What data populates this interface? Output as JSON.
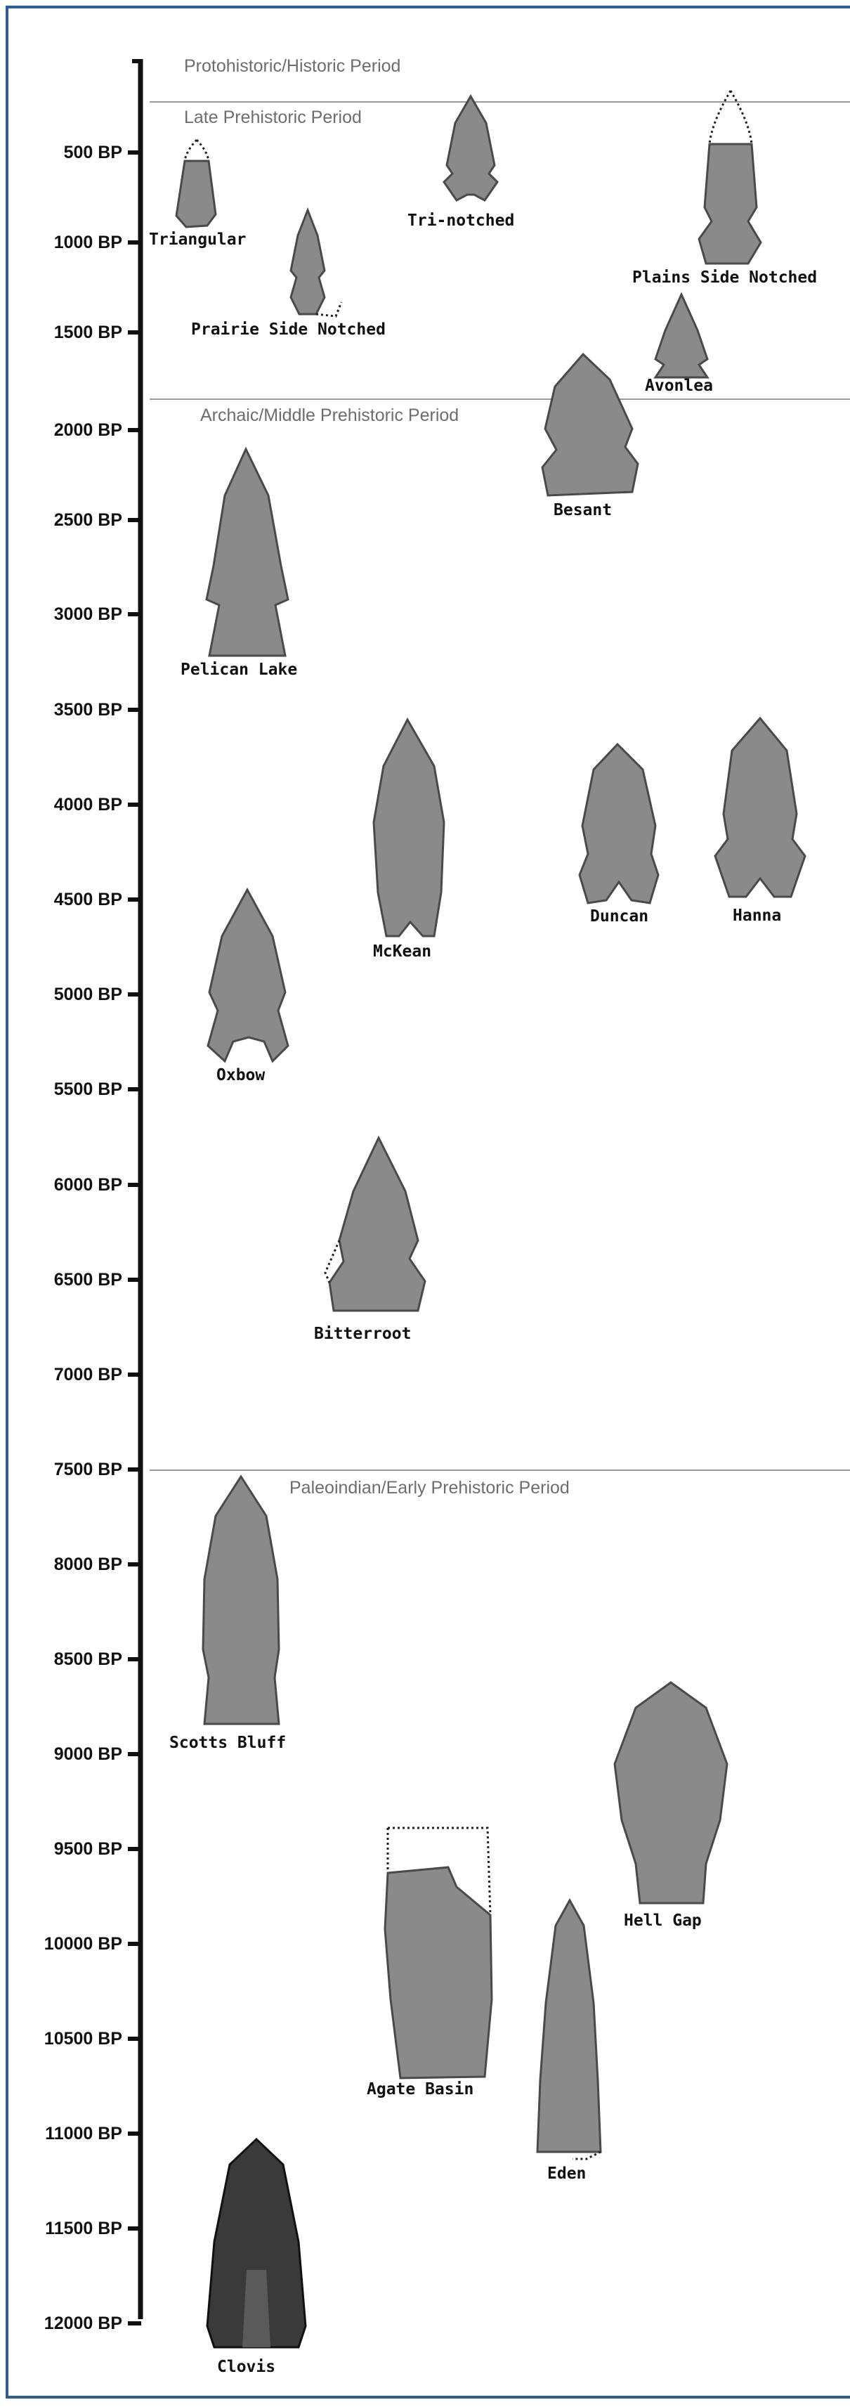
{
  "periods": [
    {
      "name": "Protohistoric/Historic Period"
    },
    {
      "name": "Late Prehistoric Period"
    },
    {
      "name": "Archaic/Middle Prehistoric Period"
    },
    {
      "name": "Paleoindian/Early Prehistoric Period"
    }
  ],
  "timeline": {
    "ticks": [
      "500 BP",
      "1000 BP",
      "1500 BP",
      "2000 BP",
      "2500 BP",
      "3000 BP",
      "3500 BP",
      "4000 BP",
      "4500 BP",
      "5000 BP",
      "5500 BP",
      "6000 BP",
      "6500 BP",
      "7000 BP",
      "7500 BP",
      "8000 BP",
      "8500 BP",
      "9000 BP",
      "9500 BP",
      "10000 BP",
      "10500 BP",
      "11000 BP",
      "11500 BP",
      "12000 BP"
    ]
  },
  "points": [
    {
      "name": "Triangular"
    },
    {
      "name": "Tri-notched"
    },
    {
      "name": "Plains Side Notched"
    },
    {
      "name": "Prairie Side Notched"
    },
    {
      "name": "Avonlea"
    },
    {
      "name": "Besant"
    },
    {
      "name": "Pelican Lake"
    },
    {
      "name": "McKean"
    },
    {
      "name": "Duncan"
    },
    {
      "name": "Hanna"
    },
    {
      "name": "Oxbow"
    },
    {
      "name": "Bitterroot"
    },
    {
      "name": "Scotts Bluff"
    },
    {
      "name": "Hell Gap"
    },
    {
      "name": "Agate Basin"
    },
    {
      "name": "Eden"
    },
    {
      "name": "Clovis"
    }
  ],
  "colors": {
    "frame": "#2c5c9c",
    "stone": "#8a8a8a",
    "stone_dark": "#4a4a4a",
    "divider": "#9a9a9a"
  }
}
